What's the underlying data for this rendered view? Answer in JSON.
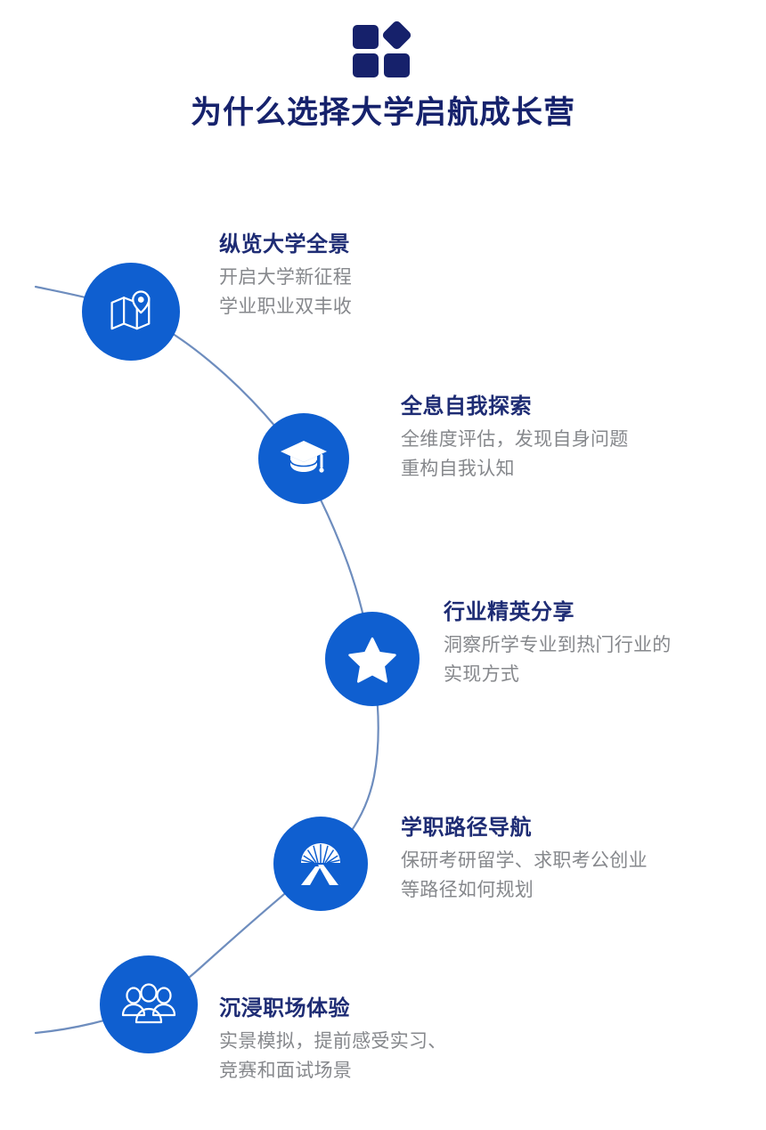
{
  "brand": {
    "logo_icon": "four-squares-logo",
    "logo_color": "#16216B"
  },
  "header": {
    "title": "为什么选择大学启航成长营",
    "title_color": "#16226C"
  },
  "theme": {
    "node_blue": "#0F5FD0",
    "path_line": "#6E8DBE",
    "heading_navy": "#1E2C74",
    "body_gray": "#86888C",
    "background": "#FFFFFF"
  },
  "journey": {
    "items": [
      {
        "icon": "map-pin-icon",
        "title": "纵览大学全景",
        "desc_lines": [
          "开启大学新征程",
          "学业职业双丰收"
        ]
      },
      {
        "icon": "graduation-cap-icon",
        "title": "全息自我探索",
        "desc_lines": [
          "全维度评估，发现自身问题",
          "重构自我认知"
        ]
      },
      {
        "icon": "star-icon",
        "title": "行业精英分享",
        "desc_lines": [
          "洞察所学专业到热门行业的",
          "实现方式"
        ]
      },
      {
        "icon": "road-sunrise-icon",
        "title": "学职路径导航",
        "desc_lines": [
          "保研考研留学、求职考公创业",
          "等路径如何规划"
        ]
      },
      {
        "icon": "people-group-icon",
        "title": "沉浸职场体验",
        "desc_lines": [
          "实景模拟，提前感受实习、",
          "竞赛和面试场景"
        ]
      }
    ]
  }
}
